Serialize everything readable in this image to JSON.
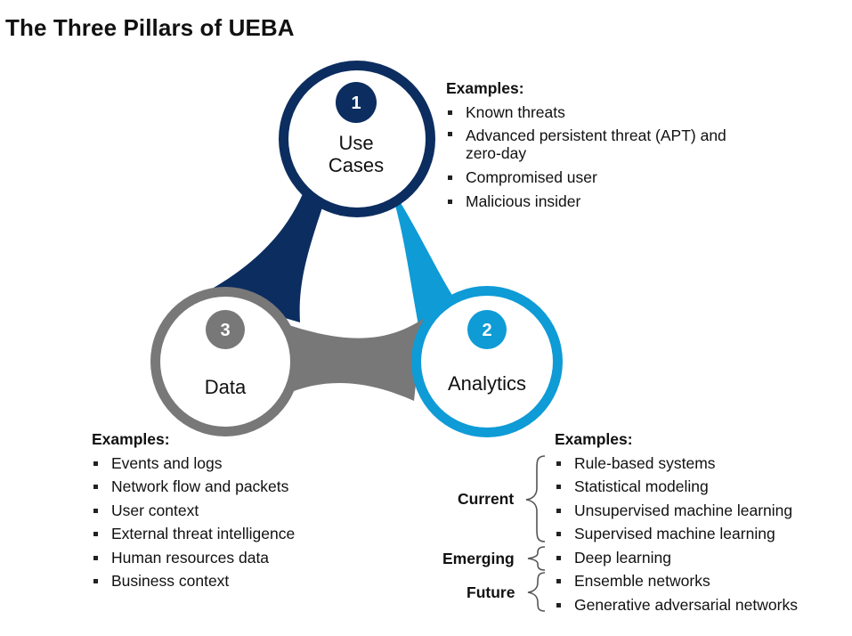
{
  "title": "The Three Pillars of UEBA",
  "colors": {
    "use_cases": "#0c2d5f",
    "analytics": "#0e9bd6",
    "data": "#787878"
  },
  "pillars": [
    {
      "number": "1",
      "label_lines": [
        "Use",
        "Cases"
      ]
    },
    {
      "number": "2",
      "label_lines": [
        "Analytics"
      ]
    },
    {
      "number": "3",
      "label_lines": [
        "Data"
      ]
    }
  ],
  "use_cases_examples": {
    "heading": "Examples:",
    "items": [
      "Known threats",
      "Advanced persistent threat (APT) and zero-day",
      "Compromised user",
      "Malicious insider"
    ]
  },
  "data_examples": {
    "heading": "Examples:",
    "items": [
      "Events and logs",
      "Network flow and packets",
      "User context",
      "External threat intelligence",
      "Human resources data",
      "Business context"
    ]
  },
  "analytics_examples": {
    "heading": "Examples:",
    "items": [
      "Rule-based systems",
      "Statistical modeling",
      "Unsupervised machine learning",
      "Supervised machine learning",
      "Deep learning",
      "Ensemble networks",
      "Generative adversarial networks"
    ],
    "groups": [
      "Current",
      "Emerging",
      "Future"
    ]
  }
}
